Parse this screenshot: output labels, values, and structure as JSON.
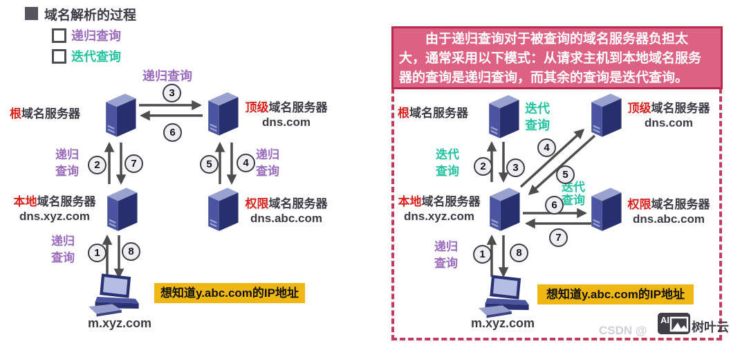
{
  "colors": {
    "recursive_purple": "#9a6bbd",
    "iterative_teal": "#25c2a0",
    "server_prefix_red": "#d9211c",
    "yellow_highlight": "#f0b612",
    "note_fill_pink": "#dc6182",
    "note_border": "#b92a4e",
    "dashed_border": "#c43a5e",
    "arrow_gray": "#4d4d4d",
    "tower_navy": "#272f6e"
  },
  "legend": {
    "title": "域名解析的过程",
    "items": [
      {
        "label": "递归查询"
      },
      {
        "label": "迭代查询"
      }
    ]
  },
  "note": {
    "lines": [
      "由于递归查询对于被查询的域名服务器负担太",
      "大，通常采用以下模式：从请求主机到本地域名服务",
      "器的查询是递归查询，而其余的查询是迭代查询。"
    ]
  },
  "servers": {
    "root": {
      "prefix": "根",
      "suffix": "域名服务器"
    },
    "tld": {
      "prefix": "顶级",
      "suffix": "域名服务器",
      "domain": "dns.com"
    },
    "local": {
      "prefix": "本地",
      "suffix": "域名服务器",
      "domain": "dns.xyz.com"
    },
    "auth": {
      "prefix": "权限",
      "suffix": "域名服务器",
      "domain": "dns.abc.com"
    }
  },
  "host": {
    "name": "m.xyz.com",
    "query": "想知道y.abc.com的IP地址"
  },
  "labels": {
    "recursive": "递归查询",
    "recursive_l1": "递归",
    "recursive_l2": "查询",
    "iterative_l1": "迭代",
    "iterative_l2": "查询"
  },
  "steps": [
    "1",
    "2",
    "3",
    "4",
    "5",
    "6",
    "7",
    "8"
  ],
  "watermark": {
    "csdn": "CSDN @",
    "ai": "AI",
    "brand": "树叶云"
  }
}
